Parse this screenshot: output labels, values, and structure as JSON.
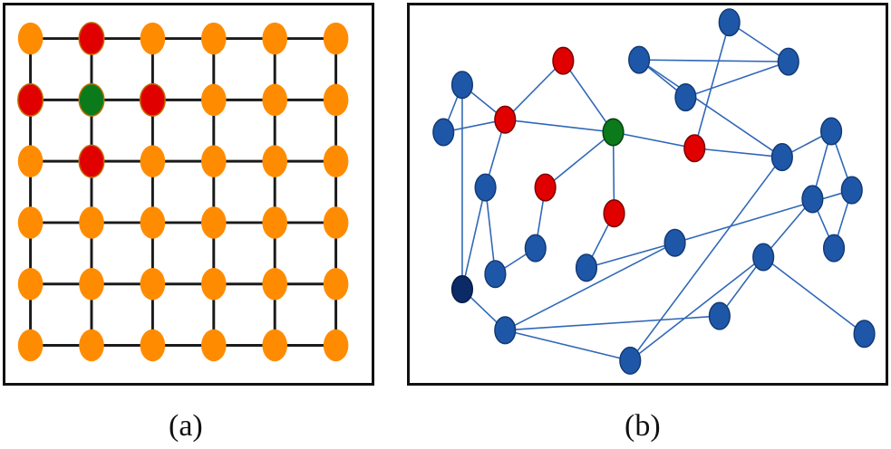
{
  "captions": {
    "a": "(a)",
    "b": "(b)"
  },
  "colors": {
    "grid_node": "#ff8c00",
    "grid_edge": "#1a1a1a",
    "network_node": "#1f57a8",
    "network_node_stroke": "#123a75",
    "network_edge": "#2f67b8",
    "highlight_node": "#e00000",
    "center_node": "#0b7a1a",
    "dark_node": "#0b2a66"
  },
  "grid": {
    "rows": 6,
    "cols": 6,
    "center": [
      1,
      1
    ],
    "neighbors": [
      [
        0,
        1
      ],
      [
        1,
        0
      ],
      [
        1,
        2
      ],
      [
        2,
        1
      ]
    ]
  },
  "network": {
    "nodes": [
      {
        "id": "n1",
        "role": "normal"
      },
      {
        "id": "n2",
        "role": "normal"
      },
      {
        "id": "n3",
        "role": "neighbor"
      },
      {
        "id": "n4",
        "role": "neighbor"
      },
      {
        "id": "n5",
        "role": "center"
      },
      {
        "id": "n6",
        "role": "normal"
      },
      {
        "id": "n7",
        "role": "normal"
      },
      {
        "id": "n8",
        "role": "normal"
      },
      {
        "id": "n9",
        "role": "neighbor"
      },
      {
        "id": "n10",
        "role": "neighbor"
      },
      {
        "id": "n11",
        "role": "normal"
      },
      {
        "id": "n12",
        "role": "normal"
      },
      {
        "id": "n13",
        "role": "dark"
      },
      {
        "id": "n14",
        "role": "normal"
      },
      {
        "id": "n15",
        "role": "normal"
      },
      {
        "id": "n16",
        "role": "normal"
      },
      {
        "id": "n17",
        "role": "neighbor"
      },
      {
        "id": "n18",
        "role": "normal"
      },
      {
        "id": "n19",
        "role": "normal"
      },
      {
        "id": "n20",
        "role": "normal"
      },
      {
        "id": "n21",
        "role": "normal"
      },
      {
        "id": "n22",
        "role": "normal"
      },
      {
        "id": "n23",
        "role": "normal"
      },
      {
        "id": "n24",
        "role": "normal"
      },
      {
        "id": "n25",
        "role": "normal"
      },
      {
        "id": "n26",
        "role": "normal"
      },
      {
        "id": "n27",
        "role": "normal"
      },
      {
        "id": "n28",
        "role": "normal"
      }
    ],
    "edges": [
      [
        "n1",
        "n2"
      ],
      [
        "n1",
        "n3"
      ],
      [
        "n1",
        "n13"
      ],
      [
        "n2",
        "n3"
      ],
      [
        "n3",
        "n4"
      ],
      [
        "n3",
        "n5"
      ],
      [
        "n4",
        "n5"
      ],
      [
        "n3",
        "n7"
      ],
      [
        "n7",
        "n12"
      ],
      [
        "n12",
        "n11"
      ],
      [
        "n7",
        "n13"
      ],
      [
        "n5",
        "n9"
      ],
      [
        "n5",
        "n10"
      ],
      [
        "n10",
        "n14"
      ],
      [
        "n9",
        "n11"
      ],
      [
        "n5",
        "n17"
      ],
      [
        "n17",
        "n18"
      ],
      [
        "n17",
        "n15"
      ],
      [
        "n15",
        "n16"
      ],
      [
        "n16",
        "n6"
      ],
      [
        "n18",
        "n6"
      ],
      [
        "n6",
        "n8"
      ],
      [
        "n8",
        "n16"
      ],
      [
        "n18",
        "n19"
      ],
      [
        "n19",
        "n20"
      ],
      [
        "n19",
        "n21"
      ],
      [
        "n14",
        "n23"
      ],
      [
        "n23",
        "n21"
      ],
      [
        "n21",
        "n22"
      ],
      [
        "n23",
        "n26"
      ],
      [
        "n26",
        "n25"
      ],
      [
        "n20",
        "n22"
      ],
      [
        "n24",
        "n27"
      ],
      [
        "n24",
        "n28"
      ],
      [
        "n13",
        "n26"
      ],
      [
        "n26",
        "n27"
      ],
      [
        "n27",
        "n18"
      ],
      [
        "n20",
        "n24"
      ],
      [
        "n25",
        "n24"
      ]
    ]
  }
}
